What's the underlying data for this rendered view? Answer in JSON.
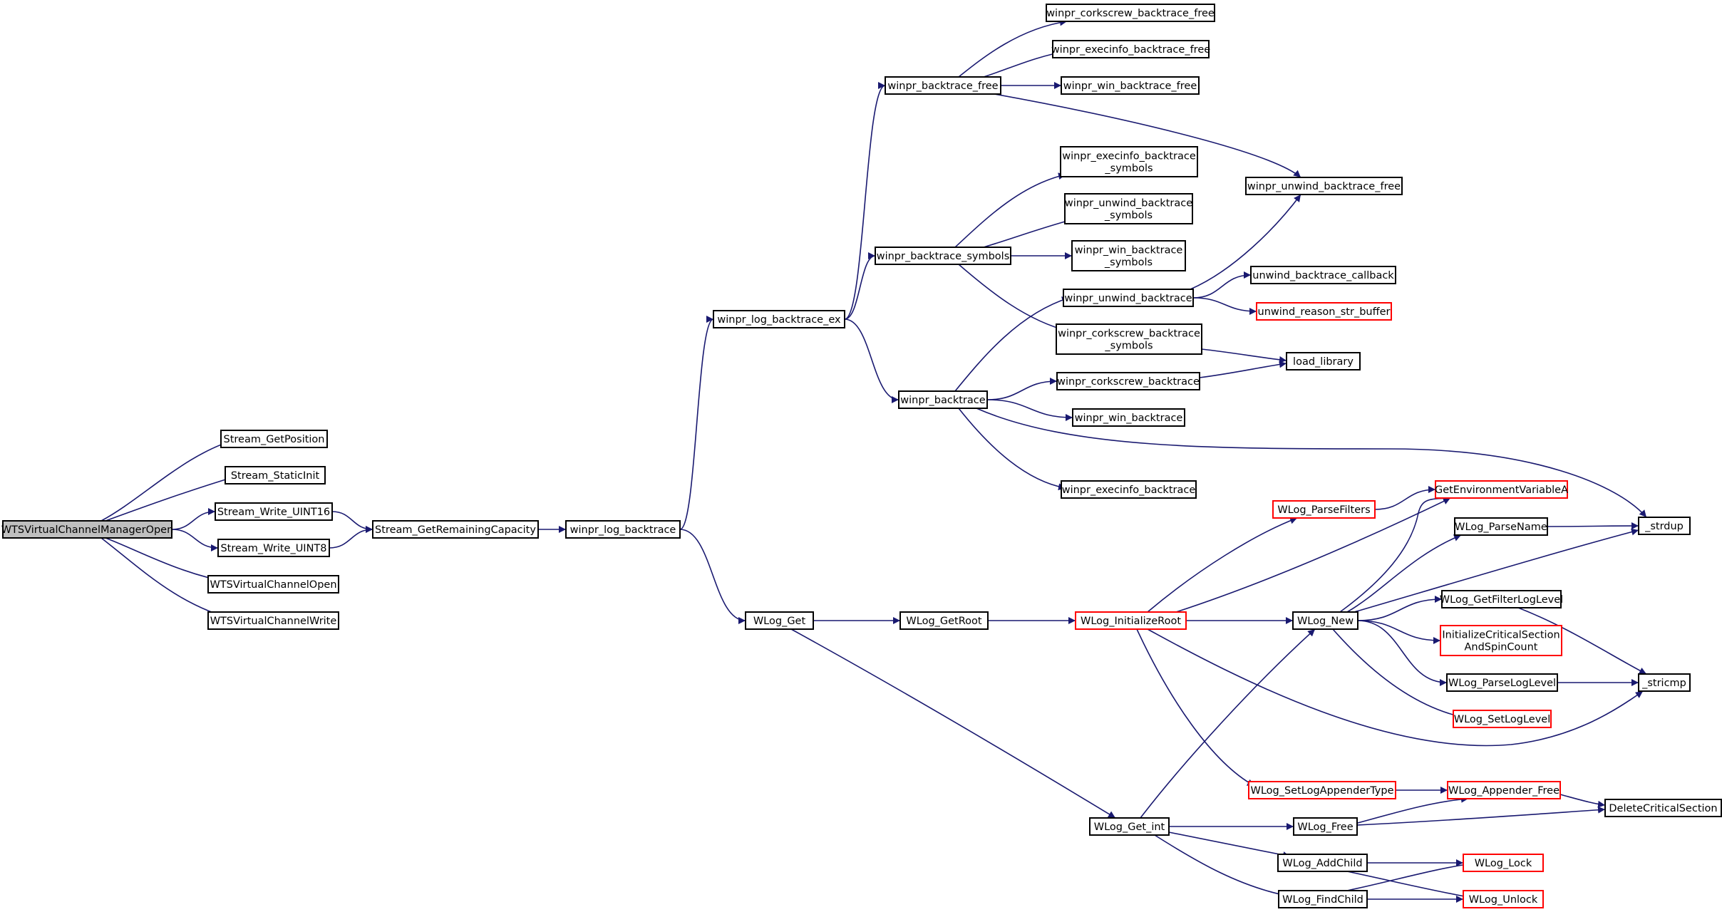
{
  "diagram": {
    "type": "call-graph",
    "colors": {
      "edge": "#191970",
      "node_border": "#000000",
      "truncated_node_border": "#ff0000",
      "current_node_fill": "#bfbfbf"
    },
    "nodes": [
      {
        "id": "WTSVirtualChannelManagerOpen",
        "lines": [
          "WTSVirtualChannelManagerOpen"
        ],
        "status": "current"
      },
      {
        "id": "Stream_GetPosition",
        "lines": [
          "Stream_GetPosition"
        ],
        "status": "normal"
      },
      {
        "id": "Stream_StaticInit",
        "lines": [
          "Stream_StaticInit"
        ],
        "status": "normal"
      },
      {
        "id": "Stream_Write_UINT16",
        "lines": [
          "Stream_Write_UINT16"
        ],
        "status": "normal"
      },
      {
        "id": "Stream_Write_UINT8",
        "lines": [
          "Stream_Write_UINT8"
        ],
        "status": "normal"
      },
      {
        "id": "WTSVirtualChannelOpen",
        "lines": [
          "WTSVirtualChannelOpen"
        ],
        "status": "normal"
      },
      {
        "id": "WTSVirtualChannelWrite",
        "lines": [
          "WTSVirtualChannelWrite"
        ],
        "status": "normal"
      },
      {
        "id": "Stream_GetRemainingCapacity",
        "lines": [
          "Stream_GetRemainingCapacity"
        ],
        "status": "normal"
      },
      {
        "id": "winpr_log_backtrace",
        "lines": [
          "winpr_log_backtrace"
        ],
        "status": "normal"
      },
      {
        "id": "winpr_log_backtrace_ex",
        "lines": [
          "winpr_log_backtrace_ex"
        ],
        "status": "normal"
      },
      {
        "id": "WLog_Get",
        "lines": [
          "WLog_Get"
        ],
        "status": "normal"
      },
      {
        "id": "winpr_backtrace_free",
        "lines": [
          "winpr_backtrace_free"
        ],
        "status": "normal"
      },
      {
        "id": "winpr_backtrace_symbols",
        "lines": [
          "winpr_backtrace_symbols"
        ],
        "status": "normal"
      },
      {
        "id": "winpr_backtrace",
        "lines": [
          "winpr_backtrace"
        ],
        "status": "normal"
      },
      {
        "id": "WLog_GetRoot",
        "lines": [
          "WLog_GetRoot"
        ],
        "status": "normal"
      },
      {
        "id": "WLog_Get_int",
        "lines": [
          "WLog_Get_int"
        ],
        "status": "normal"
      },
      {
        "id": "winpr_corkscrew_backtrace_free",
        "lines": [
          "winpr_corkscrew_backtrace_free"
        ],
        "status": "normal"
      },
      {
        "id": "winpr_execinfo_backtrace_free",
        "lines": [
          "winpr_execinfo_backtrace_free"
        ],
        "status": "normal"
      },
      {
        "id": "winpr_win_backtrace_free",
        "lines": [
          "winpr_win_backtrace_free"
        ],
        "status": "normal"
      },
      {
        "id": "winpr_unwind_backtrace_free",
        "lines": [
          "winpr_unwind_backtrace_free"
        ],
        "status": "normal"
      },
      {
        "id": "winpr_execinfo_backtrace_symbols",
        "lines": [
          "winpr_execinfo_backtrace",
          "_symbols"
        ],
        "status": "normal"
      },
      {
        "id": "winpr_unwind_backtrace_symbols",
        "lines": [
          "winpr_unwind_backtrace",
          "_symbols"
        ],
        "status": "normal"
      },
      {
        "id": "winpr_win_backtrace_symbols",
        "lines": [
          "winpr_win_backtrace",
          "_symbols"
        ],
        "status": "normal"
      },
      {
        "id": "winpr_corkscrew_backtrace_symbols",
        "lines": [
          "winpr_corkscrew_backtrace",
          "_symbols"
        ],
        "status": "normal"
      },
      {
        "id": "winpr_unwind_backtrace",
        "lines": [
          "winpr_unwind_backtrace"
        ],
        "status": "normal"
      },
      {
        "id": "winpr_corkscrew_backtrace",
        "lines": [
          "winpr_corkscrew_backtrace"
        ],
        "status": "normal"
      },
      {
        "id": "winpr_win_backtrace",
        "lines": [
          "winpr_win_backtrace"
        ],
        "status": "normal"
      },
      {
        "id": "winpr_execinfo_backtrace",
        "lines": [
          "winpr_execinfo_backtrace"
        ],
        "status": "normal"
      },
      {
        "id": "unwind_backtrace_callback",
        "lines": [
          "unwind_backtrace_callback"
        ],
        "status": "normal"
      },
      {
        "id": "unwind_reason_str_buffer",
        "lines": [
          "unwind_reason_str_buffer"
        ],
        "status": "truncated"
      },
      {
        "id": "load_library",
        "lines": [
          "load_library"
        ],
        "status": "normal"
      },
      {
        "id": "_strdup",
        "lines": [
          "_strdup"
        ],
        "status": "normal"
      },
      {
        "id": "WLog_InitializeRoot",
        "lines": [
          "WLog_InitializeRoot"
        ],
        "status": "truncated"
      },
      {
        "id": "WLog_ParseFilters",
        "lines": [
          "WLog_ParseFilters"
        ],
        "status": "truncated"
      },
      {
        "id": "GetEnvironmentVariableA",
        "lines": [
          "GetEnvironmentVariableA"
        ],
        "status": "truncated"
      },
      {
        "id": "WLog_New",
        "lines": [
          "WLog_New"
        ],
        "status": "normal"
      },
      {
        "id": "WLog_ParseName",
        "lines": [
          "WLog_ParseName"
        ],
        "status": "normal"
      },
      {
        "id": "WLog_GetFilterLogLevel",
        "lines": [
          "WLog_GetFilterLogLevel"
        ],
        "status": "normal"
      },
      {
        "id": "InitializeCriticalSectionAndSpinCount",
        "lines": [
          "InitializeCriticalSection",
          "AndSpinCount"
        ],
        "status": "truncated"
      },
      {
        "id": "WLog_ParseLogLevel",
        "lines": [
          "WLog_ParseLogLevel"
        ],
        "status": "normal"
      },
      {
        "id": "WLog_SetLogLevel",
        "lines": [
          "WLog_SetLogLevel"
        ],
        "status": "truncated"
      },
      {
        "id": "_stricmp",
        "lines": [
          "_stricmp"
        ],
        "status": "normal"
      },
      {
        "id": "WLog_SetLogAppenderType",
        "lines": [
          "WLog_SetLogAppenderType"
        ],
        "status": "truncated"
      },
      {
        "id": "WLog_Appender_Free",
        "lines": [
          "WLog_Appender_Free"
        ],
        "status": "truncated"
      },
      {
        "id": "WLog_Free",
        "lines": [
          "WLog_Free"
        ],
        "status": "normal"
      },
      {
        "id": "DeleteCriticalSection",
        "lines": [
          "DeleteCriticalSection"
        ],
        "status": "normal"
      },
      {
        "id": "WLog_AddChild",
        "lines": [
          "WLog_AddChild"
        ],
        "status": "normal"
      },
      {
        "id": "WLog_FindChild",
        "lines": [
          "WLog_FindChild"
        ],
        "status": "normal"
      },
      {
        "id": "WLog_Lock",
        "lines": [
          "WLog_Lock"
        ],
        "status": "truncated"
      },
      {
        "id": "WLog_Unlock",
        "lines": [
          "WLog_Unlock"
        ],
        "status": "truncated"
      }
    ],
    "edges": [
      {
        "from": "WTSVirtualChannelManagerOpen",
        "to": "Stream_GetPosition"
      },
      {
        "from": "WTSVirtualChannelManagerOpen",
        "to": "Stream_StaticInit"
      },
      {
        "from": "WTSVirtualChannelManagerOpen",
        "to": "Stream_Write_UINT16"
      },
      {
        "from": "WTSVirtualChannelManagerOpen",
        "to": "Stream_Write_UINT8"
      },
      {
        "from": "WTSVirtualChannelManagerOpen",
        "to": "WTSVirtualChannelOpen"
      },
      {
        "from": "WTSVirtualChannelManagerOpen",
        "to": "WTSVirtualChannelWrite"
      },
      {
        "from": "Stream_Write_UINT16",
        "to": "Stream_GetRemainingCapacity"
      },
      {
        "from": "Stream_Write_UINT8",
        "to": "Stream_GetRemainingCapacity"
      },
      {
        "from": "Stream_GetRemainingCapacity",
        "to": "winpr_log_backtrace"
      },
      {
        "from": "winpr_log_backtrace",
        "to": "winpr_log_backtrace_ex"
      },
      {
        "from": "winpr_log_backtrace",
        "to": "WLog_Get"
      },
      {
        "from": "winpr_log_backtrace_ex",
        "to": "winpr_backtrace_free"
      },
      {
        "from": "winpr_log_backtrace_ex",
        "to": "winpr_backtrace_symbols"
      },
      {
        "from": "winpr_log_backtrace_ex",
        "to": "winpr_backtrace"
      },
      {
        "from": "winpr_backtrace_free",
        "to": "winpr_corkscrew_backtrace_free"
      },
      {
        "from": "winpr_backtrace_free",
        "to": "winpr_execinfo_backtrace_free"
      },
      {
        "from": "winpr_backtrace_free",
        "to": "winpr_win_backtrace_free"
      },
      {
        "from": "winpr_backtrace_free",
        "to": "winpr_unwind_backtrace_free"
      },
      {
        "from": "winpr_backtrace_symbols",
        "to": "winpr_execinfo_backtrace_symbols"
      },
      {
        "from": "winpr_backtrace_symbols",
        "to": "winpr_unwind_backtrace_symbols"
      },
      {
        "from": "winpr_backtrace_symbols",
        "to": "winpr_win_backtrace_symbols"
      },
      {
        "from": "winpr_backtrace_symbols",
        "to": "winpr_corkscrew_backtrace_symbols"
      },
      {
        "from": "winpr_backtrace",
        "to": "winpr_unwind_backtrace"
      },
      {
        "from": "winpr_backtrace",
        "to": "winpr_corkscrew_backtrace"
      },
      {
        "from": "winpr_backtrace",
        "to": "winpr_win_backtrace"
      },
      {
        "from": "winpr_backtrace",
        "to": "winpr_execinfo_backtrace"
      },
      {
        "from": "winpr_backtrace",
        "to": "_strdup"
      },
      {
        "from": "winpr_unwind_backtrace",
        "to": "winpr_unwind_backtrace_free"
      },
      {
        "from": "winpr_unwind_backtrace",
        "to": "unwind_backtrace_callback"
      },
      {
        "from": "winpr_unwind_backtrace",
        "to": "unwind_reason_str_buffer"
      },
      {
        "from": "winpr_corkscrew_backtrace_symbols",
        "to": "load_library"
      },
      {
        "from": "winpr_corkscrew_backtrace",
        "to": "load_library"
      },
      {
        "from": "WLog_Get",
        "to": "WLog_GetRoot"
      },
      {
        "from": "WLog_Get",
        "to": "WLog_Get_int"
      },
      {
        "from": "WLog_GetRoot",
        "to": "WLog_InitializeRoot"
      },
      {
        "from": "WLog_InitializeRoot",
        "to": "WLog_ParseFilters"
      },
      {
        "from": "WLog_InitializeRoot",
        "to": "GetEnvironmentVariableA"
      },
      {
        "from": "WLog_InitializeRoot",
        "to": "WLog_New"
      },
      {
        "from": "WLog_InitializeRoot",
        "to": "_stricmp"
      },
      {
        "from": "WLog_InitializeRoot",
        "to": "WLog_SetLogAppenderType"
      },
      {
        "from": "WLog_ParseFilters",
        "to": "GetEnvironmentVariableA"
      },
      {
        "from": "WLog_New",
        "to": "GetEnvironmentVariableA"
      },
      {
        "from": "WLog_New",
        "to": "WLog_ParseName"
      },
      {
        "from": "WLog_New",
        "to": "_strdup"
      },
      {
        "from": "WLog_New",
        "to": "WLog_GetFilterLogLevel"
      },
      {
        "from": "WLog_New",
        "to": "InitializeCriticalSectionAndSpinCount"
      },
      {
        "from": "WLog_New",
        "to": "WLog_ParseLogLevel"
      },
      {
        "from": "WLog_New",
        "to": "WLog_SetLogLevel"
      },
      {
        "from": "WLog_ParseName",
        "to": "_strdup"
      },
      {
        "from": "WLog_GetFilterLogLevel",
        "to": "_stricmp"
      },
      {
        "from": "WLog_ParseLogLevel",
        "to": "_stricmp"
      },
      {
        "from": "WLog_SetLogAppenderType",
        "to": "WLog_Appender_Free"
      },
      {
        "from": "WLog_Appender_Free",
        "to": "DeleteCriticalSection"
      },
      {
        "from": "WLog_Get_int",
        "to": "WLog_New"
      },
      {
        "from": "WLog_Get_int",
        "to": "WLog_Free"
      },
      {
        "from": "WLog_Get_int",
        "to": "WLog_AddChild"
      },
      {
        "from": "WLog_Get_int",
        "to": "WLog_FindChild"
      },
      {
        "from": "WLog_Free",
        "to": "WLog_Appender_Free"
      },
      {
        "from": "WLog_Free",
        "to": "DeleteCriticalSection"
      },
      {
        "from": "WLog_AddChild",
        "to": "WLog_Lock"
      },
      {
        "from": "WLog_AddChild",
        "to": "WLog_Unlock"
      },
      {
        "from": "WLog_FindChild",
        "to": "WLog_Lock"
      },
      {
        "from": "WLog_FindChild",
        "to": "WLog_Unlock"
      }
    ]
  }
}
